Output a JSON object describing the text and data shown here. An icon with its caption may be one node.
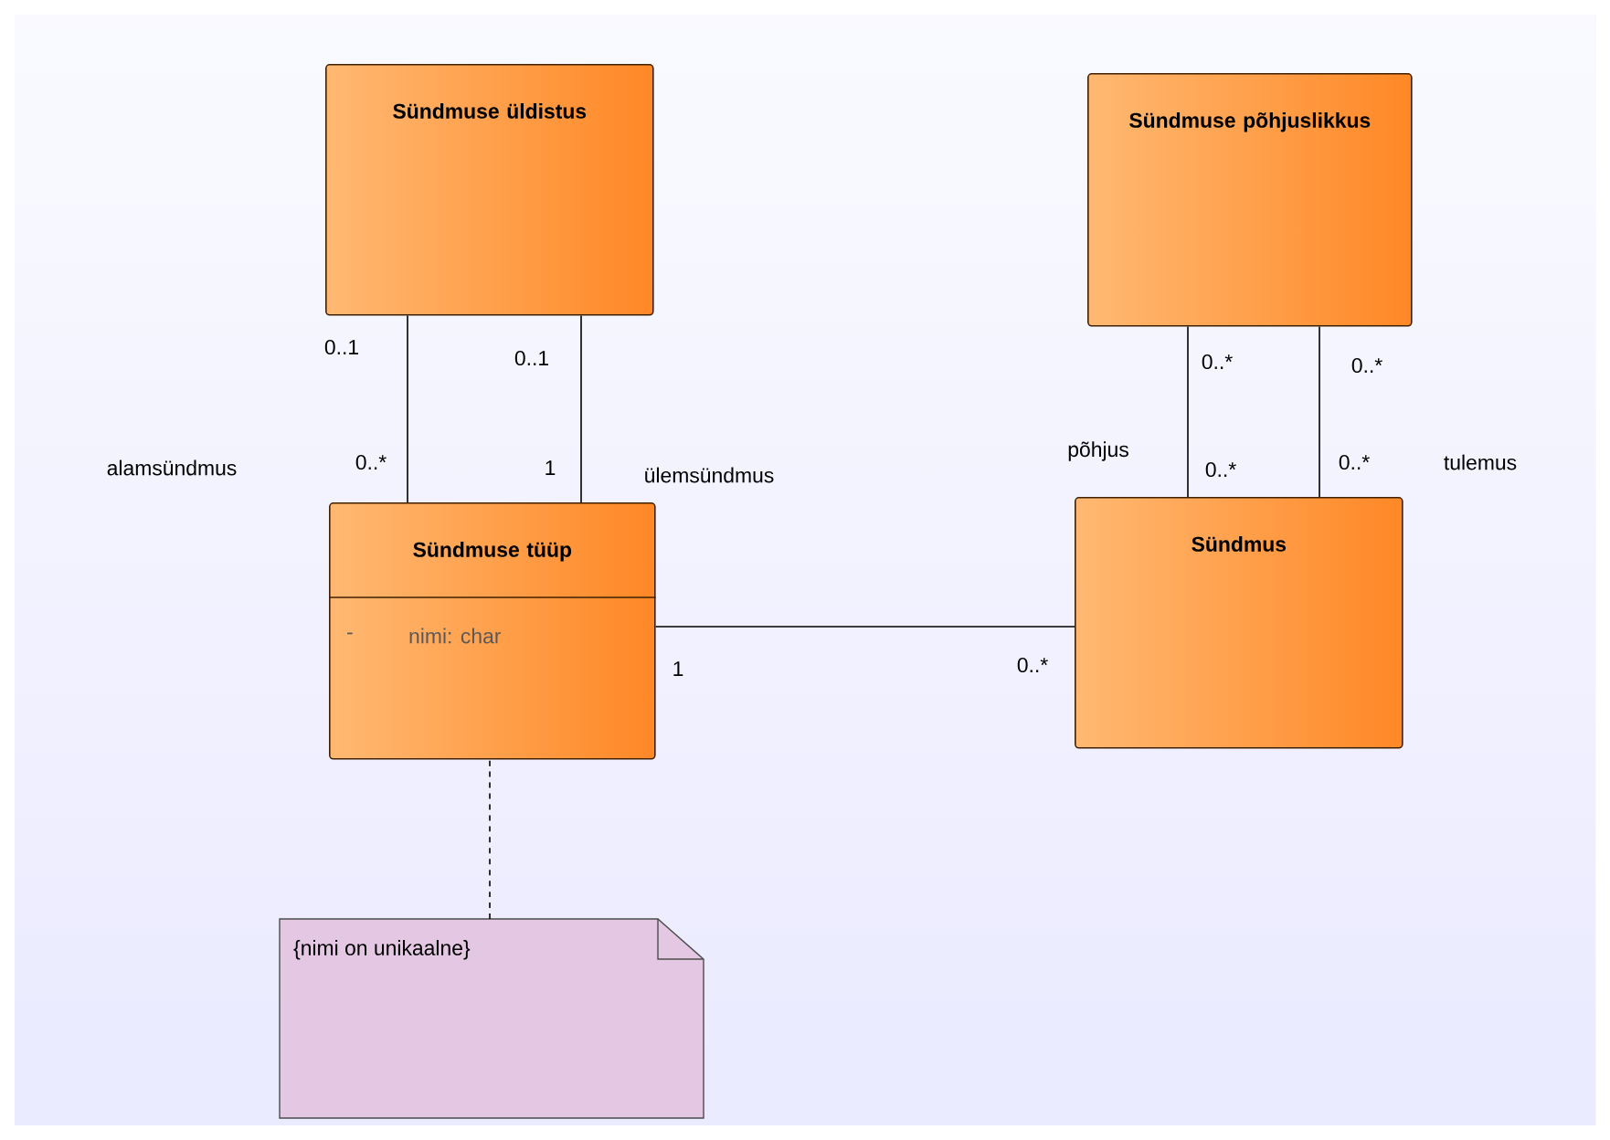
{
  "diagram": {
    "nodes": [
      {
        "text": [
          "Sündmuse üldistus"
        ]
      },
      {
        "text": [
          "Sündmuse põhjuslikkus"
        ]
      },
      {
        "text": [
          "Sündmuse tüüp",
          "-",
          "nimi: char"
        ]
      },
      {
        "text": [
          "Sündmus"
        ]
      },
      {
        "text": [
          "{nimi on unikaalne}"
        ]
      }
    ],
    "edges": [
      {
        "from": 0,
        "to": 2,
        "arrow": "none"
      },
      {
        "from": 0,
        "to": 2,
        "arrow": "none"
      },
      {
        "from": 1,
        "to": 3,
        "arrow": "none"
      },
      {
        "from": 1,
        "to": 3,
        "arrow": "none"
      },
      {
        "from": 2,
        "to": 3,
        "arrow": "none"
      },
      {
        "from": 4,
        "to": 2,
        "arrow": "none",
        "style": "dashed"
      }
    ],
    "labels": [
      "0..1",
      "0..1",
      "0..*",
      "0..*",
      "0..*",
      "alamsündmus",
      "1",
      "ülemsündmus",
      "põhjus",
      "0..*",
      "0..*",
      "tulemus",
      "1",
      "0..*"
    ]
  }
}
